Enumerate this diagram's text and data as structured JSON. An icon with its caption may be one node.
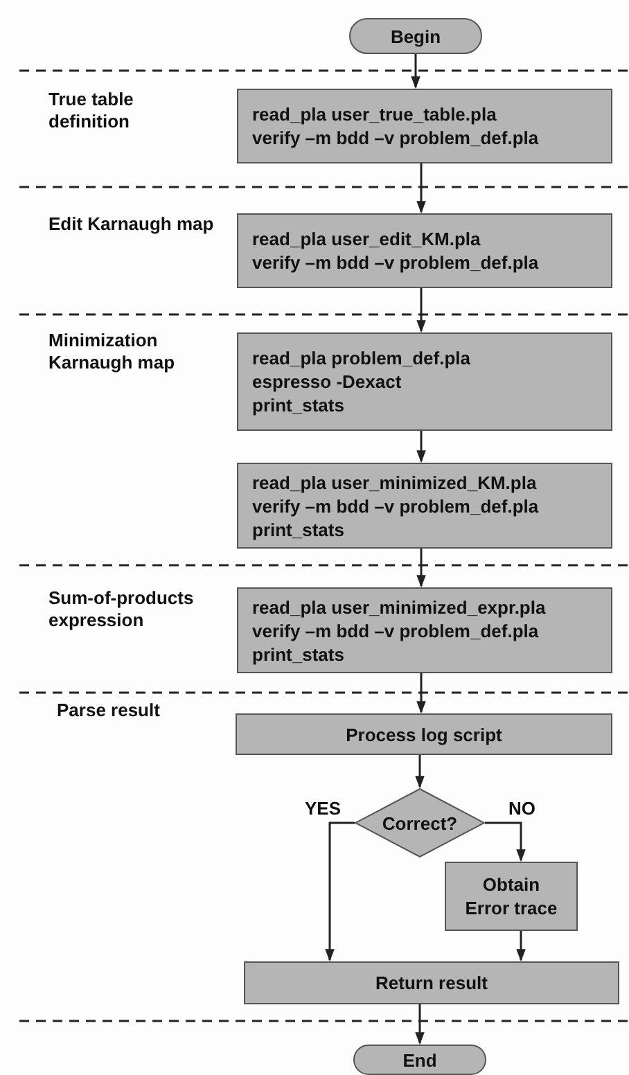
{
  "diagram": {
    "nodes": [
      {
        "text": [
          "Begin"
        ]
      },
      {
        "text": [
          "read_pla user_true_table.pla",
          "verify –m bdd –v problem_def.pla"
        ]
      },
      {
        "text": [
          "read_pla user_edit_KM.pla",
          "verify –m bdd –v problem_def.pla"
        ]
      },
      {
        "text": [
          "read_pla problem_def.pla",
          "espresso -Dexact",
          "print_stats"
        ]
      },
      {
        "text": [
          "read_pla user_minimized_KM.pla",
          "verify –m bdd –v problem_def.pla",
          "print_stats"
        ]
      },
      {
        "text": [
          "read_pla user_minimized_expr.pla",
          "verify –m bdd –v problem_def.pla",
          "print_stats"
        ]
      },
      {
        "text": [
          "Process log script"
        ]
      },
      {
        "text": [
          "Correct?"
        ]
      },
      {
        "text": [
          "Obtain Error trace"
        ]
      },
      {
        "text": [
          "Return result"
        ]
      },
      {
        "text": [
          "End"
        ]
      }
    ],
    "edges": [
      {
        "from": 0,
        "to": 1,
        "arrow": "to"
      },
      {
        "from": 1,
        "to": 2,
        "arrow": "to"
      },
      {
        "from": 2,
        "to": 3,
        "arrow": "to"
      },
      {
        "from": 3,
        "to": 4,
        "arrow": "to"
      },
      {
        "from": 4,
        "to": 5,
        "arrow": "to"
      },
      {
        "from": 5,
        "to": 6,
        "arrow": "to"
      },
      {
        "from": 6,
        "to": 7,
        "arrow": "to"
      },
      {
        "from": 7,
        "to": 9,
        "arrow": "to",
        "label": "YES"
      },
      {
        "from": 7,
        "to": 8,
        "arrow": "to",
        "label": "NO"
      },
      {
        "from": 8,
        "to": 9,
        "arrow": "to"
      },
      {
        "from": 9,
        "to": 10,
        "arrow": "to"
      }
    ],
    "labels": [
      "True table definition",
      "Edit Karnaugh map",
      "Minimization Karnaugh map",
      "Sum-of-products expression",
      "Parse result"
    ]
  }
}
